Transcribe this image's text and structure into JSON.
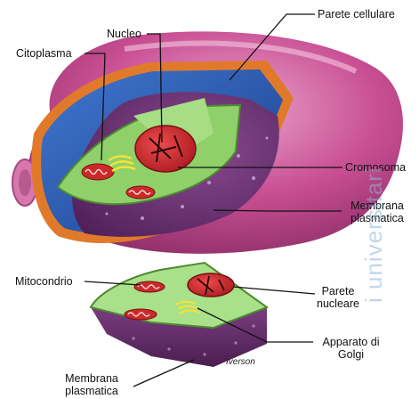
{
  "labels": {
    "parete_cellulare": "Parete cellulare",
    "nucleo": "Nucleo",
    "citoplasma": "Citoplasma",
    "cromosoma": "Cromosoma",
    "membrana_plasmatica_top_1": "Membrana",
    "membrana_plasmatica_top_2": "plasmatica",
    "mitocondrio": "Mitocondrio",
    "parete_nucleare_1": "Parete",
    "parete_nucleare_2": "nucleare",
    "apparato_golgi_1": "Apparato di",
    "apparato_golgi_2": "Golgi",
    "membrana_plasmatica_bottom_1": "Membrana",
    "membrana_plasmatica_bottom_2": "plasmatica",
    "signature": "Iverson"
  },
  "watermark": "i universitari",
  "colors": {
    "cell_wall": "#c44a8e",
    "cell_wall_highlight": "#e8a0c8",
    "cytoplasm_blue": "#2d5fb8",
    "membrane_orange": "#e07a2a",
    "vacuole_purple": "#6a2f73",
    "green_layer": "#8fd06a",
    "nucleus_red": "#d8232a",
    "mitochondria_red": "#cc2a2a",
    "golgi_yellow": "#f2e23a",
    "leader_line": "#111111"
  }
}
